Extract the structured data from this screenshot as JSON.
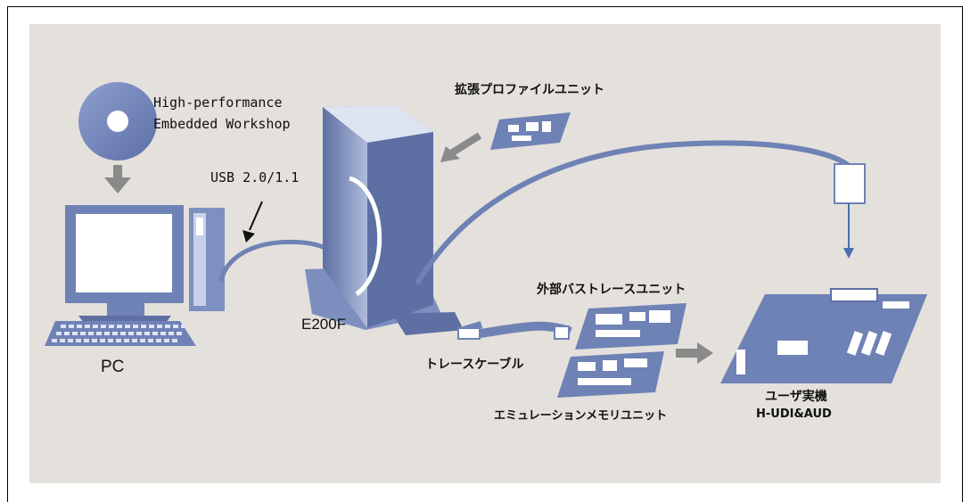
{
  "labels": {
    "software": [
      "High-performance",
      "Embedded Workshop"
    ],
    "usb": "USB 2.0/1.1",
    "pc": "PC",
    "emulator": "E200F",
    "extension_profile_unit": "拡張プロファイルユニット",
    "external_bus_trace_unit": "外部バストレースユニット",
    "trace_cable": "トレースケーブル",
    "emulation_memory_unit": "エミュレーションメモリユニット",
    "user_system": "ユーザ実機",
    "interface": "H-UDI&AUD"
  },
  "colors": {
    "background": "#e4e0dc",
    "device_blue": "#6f82b5",
    "device_light": "#a9b7d9",
    "arrow_gray": "#8a8a8a"
  }
}
